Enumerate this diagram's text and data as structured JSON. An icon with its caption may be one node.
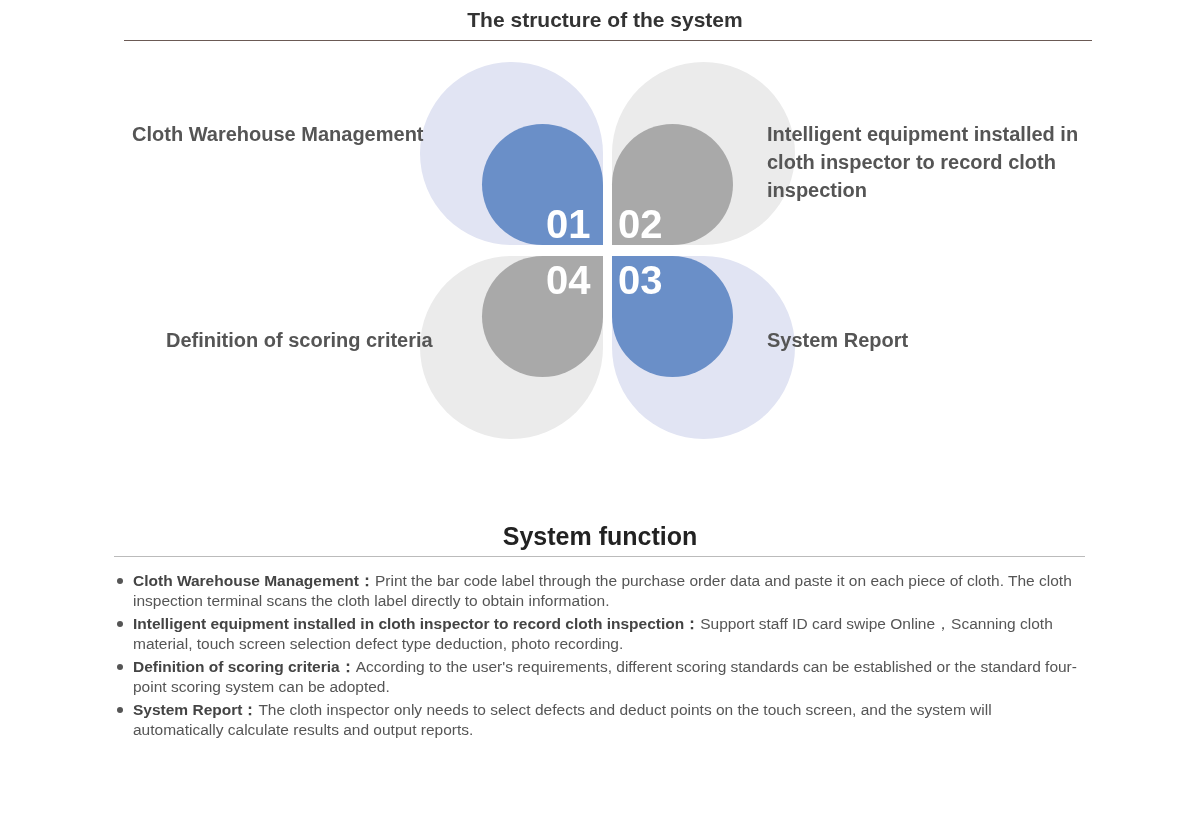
{
  "diagram": {
    "title": "The structure of the system",
    "nodes": [
      {
        "text": [
          "01"
        ],
        "beside": [
          "Cloth Warehouse Management"
        ]
      },
      {
        "text": [
          "02"
        ],
        "beside": [
          "Intelligent equipment installed in cloth inspector to record cloth inspection"
        ]
      },
      {
        "text": [
          "03"
        ],
        "beside": [
          "System Report"
        ]
      },
      {
        "text": [
          "04"
        ],
        "beside": [
          "Definition of scoring criteria"
        ]
      }
    ],
    "edges": [],
    "labels": [
      "System function",
      "**Cloth Warehouse Management：**Print the bar code label through the purchase order data and paste it on each piece of cloth. The cloth inspection terminal scans the cloth label directly to obtain information.",
      "**Intelligent equipment installed in cloth inspector to record cloth inspection：**Support staff ID card swipe Online，Scanning cloth material, touch screen selection defect type deduction, photo recording.",
      "**Definition of scoring criteria：**According to the user's requirements, different scoring standards can be established or the standard four-point scoring system can be adopted.",
      "**System Report：**The cloth inspector only needs to select defects and deduct points on the touch screen, and the system will automatically calculate results and output reports."
    ]
  }
}
